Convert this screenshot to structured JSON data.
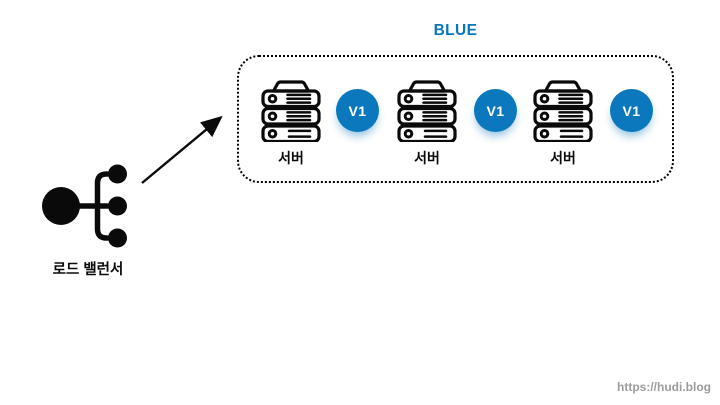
{
  "diagram": {
    "load_balancer": {
      "label": "로드 밸런서",
      "icon": "load-balancer-icon"
    },
    "arrow": {
      "from": "load-balancer",
      "to": "blue-group"
    },
    "blue_group": {
      "title": "BLUE",
      "servers": [
        {
          "label": "서버",
          "version_badge": "V1",
          "icon": "server-stack-icon"
        },
        {
          "label": "서버",
          "version_badge": "V1",
          "icon": "server-stack-icon"
        },
        {
          "label": "서버",
          "version_badge": "V1",
          "icon": "server-stack-icon"
        }
      ]
    },
    "watermark": "https://hudi.blog",
    "colors": {
      "title_blue": "#0677bd",
      "badge_blue": "#0b78bd",
      "badge_text": "#ffffff",
      "outline_black": "#0a0a0a",
      "watermark_gray": "#9c9c9c"
    }
  }
}
